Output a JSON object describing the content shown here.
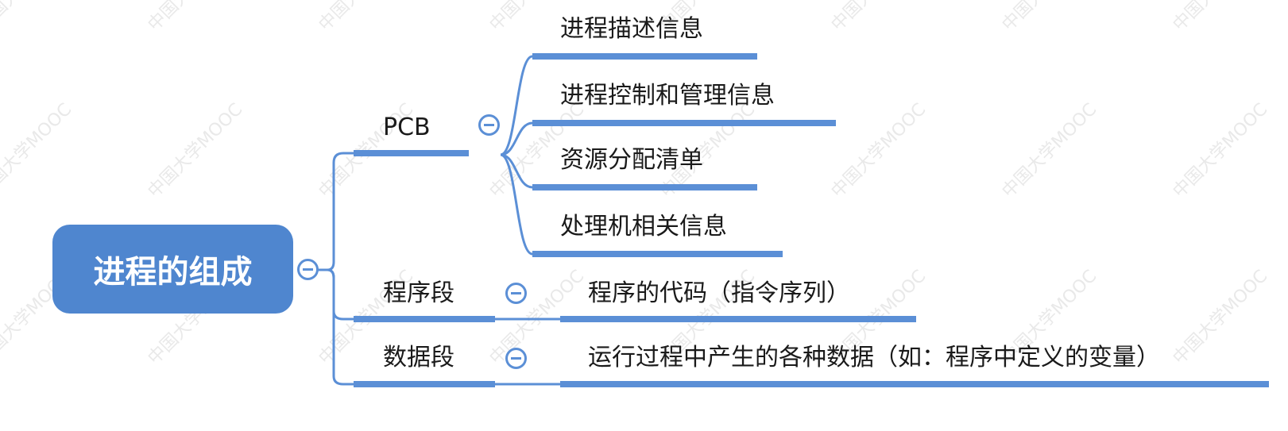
{
  "root": {
    "label": "进程的组成"
  },
  "branches": [
    {
      "label": "PCB",
      "children": [
        "进程描述信息",
        "进程控制和管理信息",
        "资源分配清单",
        "处理机相关信息"
      ]
    },
    {
      "label": "程序段",
      "children": [
        "程序的代码（指令序列）"
      ]
    },
    {
      "label": "数据段",
      "children": [
        "运行过程中产生的各种数据（如：程序中定义的变量）"
      ]
    }
  ],
  "watermark": {
    "text": "中国大学MOOC"
  },
  "colors": {
    "root_fill": "#4f86cf",
    "connector": "#5b8fd6",
    "text": "#1a1a1a"
  }
}
